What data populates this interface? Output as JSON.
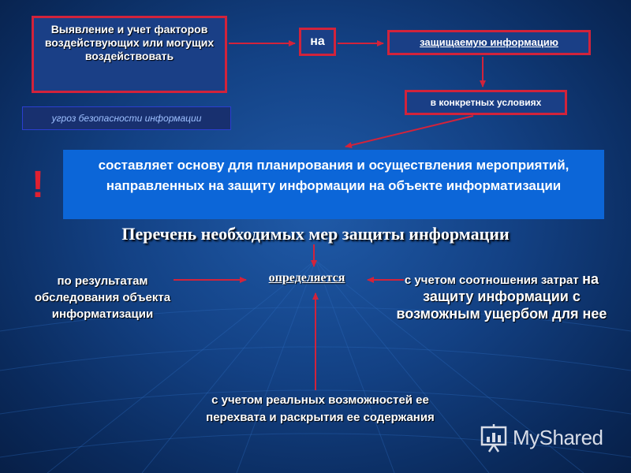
{
  "boxes": {
    "factors": "Выявление и учет факторов воздействующих или могущих воздействовать",
    "on": "на",
    "protected_info": "защищаемую информацию",
    "conditions": "в конкретных условиях",
    "threats": "угроз безопасности информации"
  },
  "main_statement": "составляет основу для планирования и осуществления мероприятий, направленных на защиту информации на объекте информатизации",
  "exclamation": "!",
  "list_title": "Перечень необходимых мер защиты информации",
  "center_label": "определяется",
  "left_text": "по результатам обследования объекта информатизации",
  "right_text": {
    "part1": "с учетом соотношения затрат",
    "part2": "на защиту информации с возможным ущербом для нее"
  },
  "bottom_text": "с учетом реальных возможностей ее перехвата и раскрытия ее содержания",
  "logo": {
    "text": "MyShared"
  },
  "colors": {
    "arrow": "#d2233b",
    "box_border": "#d2233b",
    "main_box": "#0c66d8",
    "exclamation": "#e02030"
  }
}
